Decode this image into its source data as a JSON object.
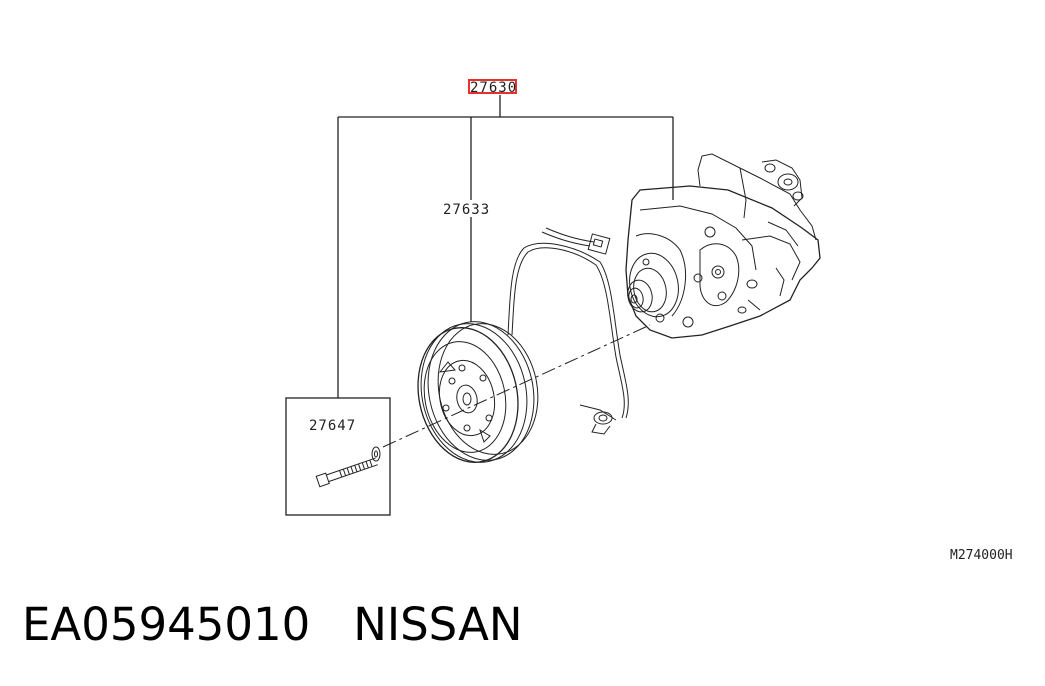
{
  "callouts": {
    "assembly": "27630",
    "clutch": "27633",
    "bolt": "27647"
  },
  "reference_code": "M274000H",
  "footer": {
    "part_number": "EA05945010",
    "brand": "NISSAN"
  },
  "colors": {
    "highlight": "#e8312f",
    "line": "#222222"
  }
}
